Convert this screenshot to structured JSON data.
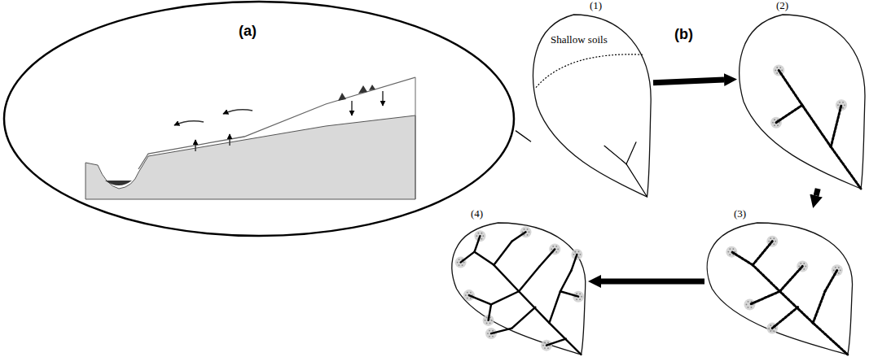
{
  "diagram": {
    "nodes": [
      {
        "text": [
          "(a)"
        ]
      },
      {
        "text": [
          "(1)",
          "Shallow soils"
        ]
      },
      {
        "text": [
          "(2)"
        ]
      },
      {
        "text": [
          "(3)"
        ]
      },
      {
        "text": [
          "(4)"
        ]
      }
    ],
    "edges": [
      {
        "from": 0,
        "to": 1,
        "arrow": "none"
      },
      {
        "from": 1,
        "to": 2,
        "arrow": "to"
      },
      {
        "from": 2,
        "to": 3,
        "arrow": "to"
      },
      {
        "from": 3,
        "to": 4,
        "arrow": "to"
      }
    ],
    "labels": [
      "(b)"
    ]
  }
}
